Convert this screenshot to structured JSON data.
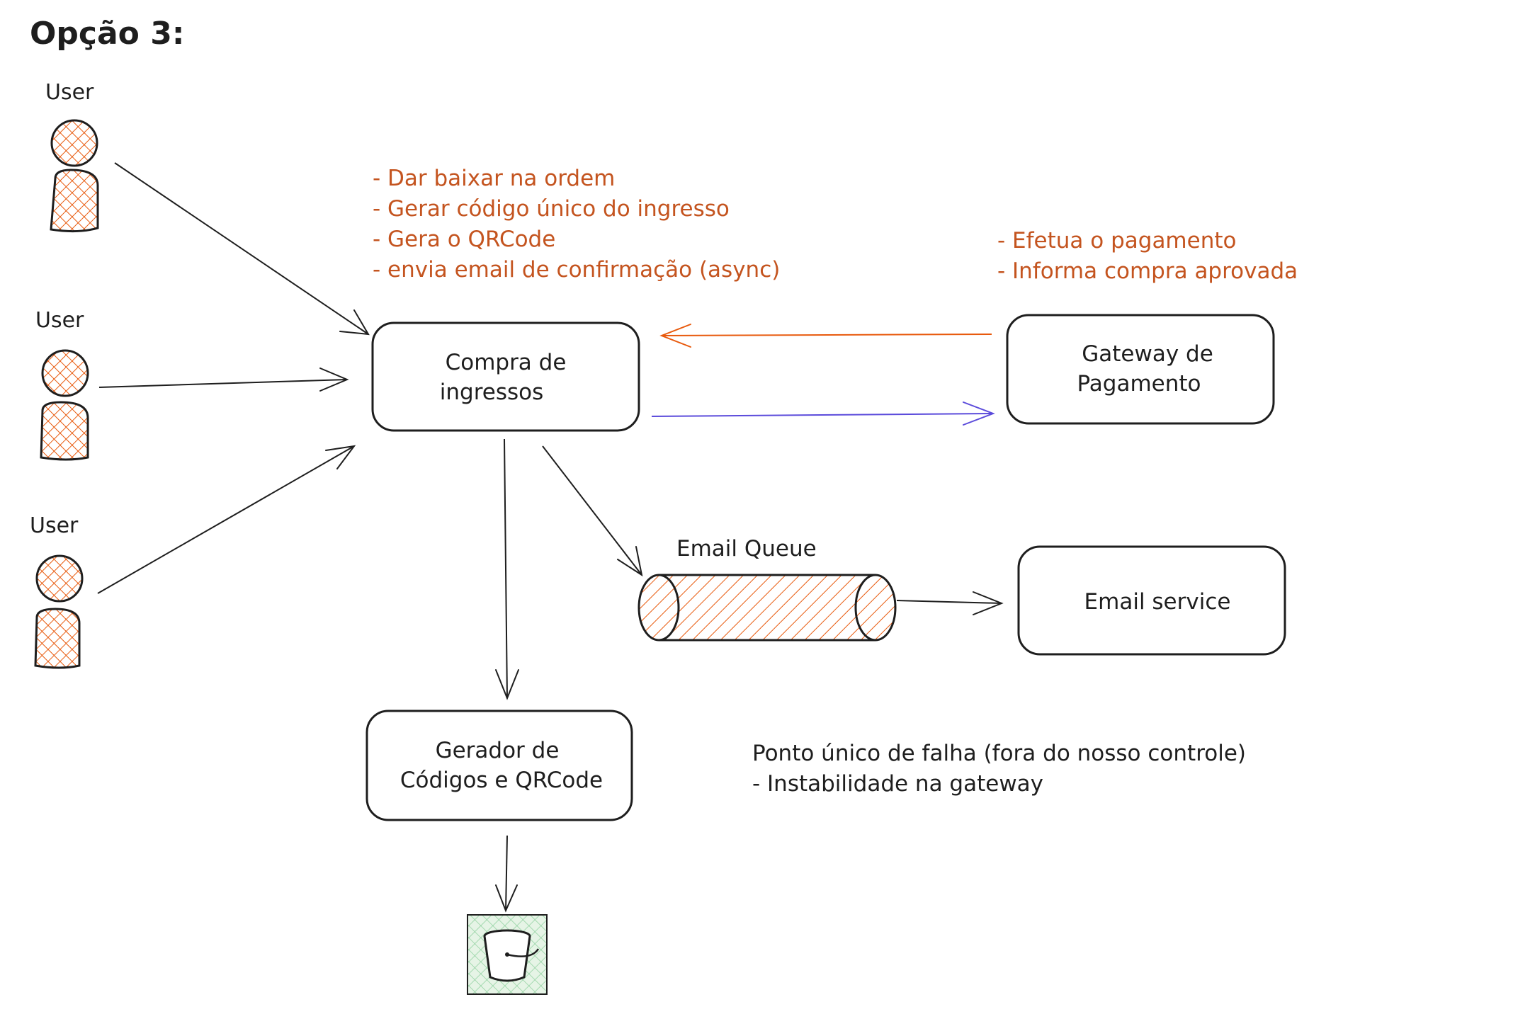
{
  "title": "Opção 3:",
  "users": [
    {
      "label": "User"
    },
    {
      "label": "User"
    },
    {
      "label": "User"
    }
  ],
  "boxes": {
    "compra": {
      "line1": "Compra de",
      "line2": "ingressos"
    },
    "gateway": {
      "line1": "Gateway de",
      "line2": "Pagamento"
    },
    "email_service": {
      "label": "Email service"
    },
    "gerador": {
      "line1": "Gerador de",
      "line2": "Códigos e QRCode"
    }
  },
  "queue": {
    "label": "Email Queue"
  },
  "notes": {
    "compra_tasks": [
      "- Dar baixar na ordem",
      "- Gerar código único do ingresso",
      "- Gera o QRCode",
      "- envia email de confirmação (async)"
    ],
    "gateway_tasks": [
      "- Efetua o pagamento",
      "- Informa compra aprovada"
    ],
    "failure": [
      "Ponto único de falha (fora do nosso controle)",
      "- Instabilidade na gateway"
    ]
  },
  "colors": {
    "stroke": "#1e1e1e",
    "accent_orange": "#e8590c",
    "note_orange": "#c4541f",
    "response_arrow": "#e8590c",
    "request_arrow": "#5b4bdb",
    "bucket_green": "#2f9e44"
  },
  "icons": {
    "storage": "bucket-icon",
    "user": "user-icon"
  }
}
